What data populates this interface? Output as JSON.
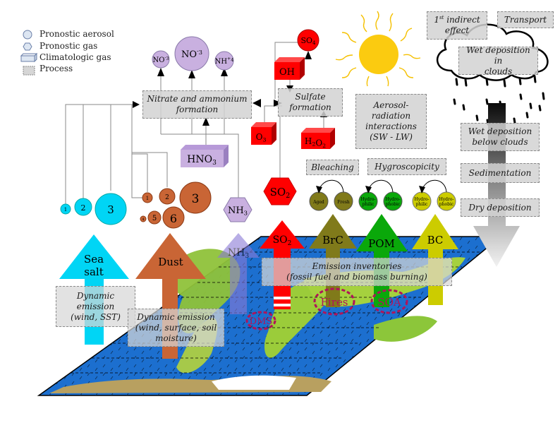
{
  "legend": {
    "items": [
      {
        "icon": "circle-icon",
        "label": "Pronostic aerosol"
      },
      {
        "icon": "hexagon-icon",
        "label": "Pronostic gas"
      },
      {
        "icon": "box-icon",
        "label": "Climatologic gas"
      },
      {
        "icon": "square-icon",
        "label": "Process"
      }
    ]
  },
  "processes": {
    "nitrate": "Nitrate and  ammonium\nformation",
    "sulfate": "Sulfate\nformation",
    "radiation": "Aerosol-\nradiation\ninteractions\n(SW - LW)",
    "indirect": "1st indirect\neffect",
    "transport": "Transport",
    "wet_in_clouds": "Wet deposition in\nclouds",
    "wet_below": "Wet deposition\nbelow clouds",
    "sedimentation": "Sedimentation",
    "dry": "Dry deposition",
    "bleaching": "Bleaching",
    "hygroscopicity": "Hygroscopicity",
    "seasalt_emission": "Dynamic\nemission\n(wind, SST)",
    "dust_emission": "Dynamic emission\n(wind, surface, soil\nmoisture)",
    "inventories": "Emission inventories\n(fossil fuel and biomass burning)"
  },
  "species": {
    "nitrate_circles": [
      "NO-3",
      "NO-3",
      "NH+4"
    ],
    "so4": "SO4",
    "oh": "OH",
    "o3": "O3",
    "h2o2": "H2O2",
    "hno3": "HNO3",
    "nh3_gas": "NH3",
    "so2_gas": "SO2",
    "seasalt_bins": [
      "1",
      "2",
      "3"
    ],
    "dust_bins": [
      "1",
      "2",
      "3",
      "4",
      "5",
      "6"
    ],
    "brc_states": [
      "Aged",
      "Fresh"
    ],
    "pom_states": [
      "Hydro-\nphilic",
      "Hydro-\nphobic"
    ],
    "bc_states": [
      "Hydro-\nphilic",
      "Hydro-\nphobic"
    ]
  },
  "arrows": {
    "seasalt": "Sea\nsalt",
    "dust": "Dust",
    "nh3": "NH3",
    "so2": "SO2",
    "brc": "BrC",
    "pom": "POM",
    "bc": "BC"
  },
  "sources": {
    "dms": "DMS",
    "fires": "Fires",
    "soa": "SOA"
  },
  "colors": {
    "seasalt": "#00d5f5",
    "dust": "#c96535",
    "nitrate": "#c9b0e0",
    "sulfate": "#ff0000",
    "brc": "#807a1a",
    "pom": "#0aa80a",
    "bc": "#cccc00",
    "ocean": "#1c6fcf",
    "source_ring": "#b0145a"
  }
}
